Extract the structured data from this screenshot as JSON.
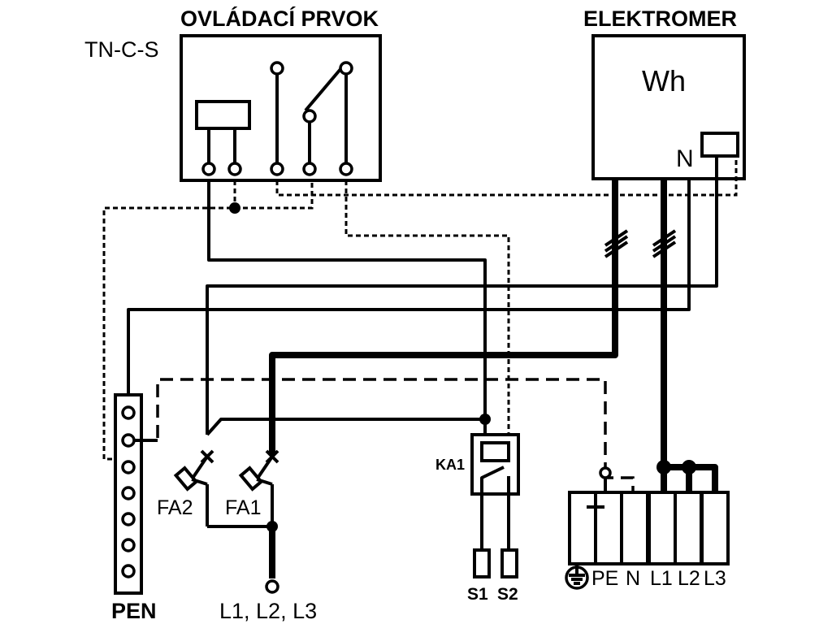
{
  "diagram": {
    "control_title": "OVLÁDACÍ PRVOK",
    "system_label": "TN-C-S",
    "meter_title": "ELEKTROMER",
    "meter_unit": "Wh",
    "meter_n": "N",
    "pen_bar": "PEN",
    "input_label": "L1, L2, L3",
    "breaker_fa2": "FA2",
    "breaker_fa1": "FA1",
    "contactor": "KA1",
    "terminal_s1": "S1",
    "terminal_s2": "S2",
    "out_pe": "PE",
    "out_n": "N",
    "out_l1": "L1",
    "out_l2": "L2",
    "out_l3": "L3"
  }
}
